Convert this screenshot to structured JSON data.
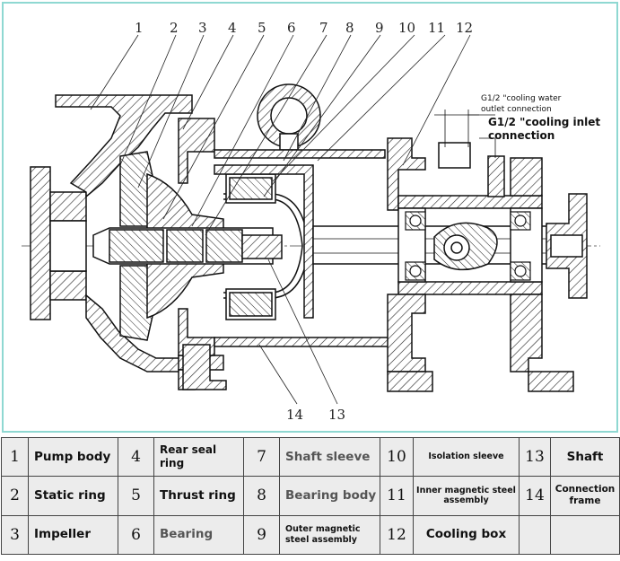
{
  "diagram": {
    "callouts": [
      "1",
      "2",
      "3",
      "4",
      "5",
      "6",
      "7",
      "8",
      "9",
      "10",
      "11",
      "12",
      "13",
      "14"
    ],
    "notes": {
      "outlet_line1": "G1/2 \"cooling water",
      "outlet_line2": "outlet connection",
      "inlet_line1": "G1/2 \"cooling inlet",
      "inlet_line2": "connection"
    }
  },
  "legend": {
    "rows": [
      [
        {
          "num": "1",
          "label": "Pump body"
        },
        {
          "num": "4",
          "label": "Rear seal ring"
        },
        {
          "num": "7",
          "label": "Shaft sleeve"
        },
        {
          "num": "10",
          "label": "Isolation sleeve"
        },
        {
          "num": "13",
          "label": "Shaft"
        }
      ],
      [
        {
          "num": "2",
          "label": "Static ring"
        },
        {
          "num": "5",
          "label": "Thrust ring"
        },
        {
          "num": "8",
          "label": "Bearing body"
        },
        {
          "num": "11",
          "label": "Inner magnetic steel assembly"
        },
        {
          "num": "14",
          "label": "Connection frame"
        }
      ],
      [
        {
          "num": "3",
          "label": "Impeller"
        },
        {
          "num": "6",
          "label": "Bearing"
        },
        {
          "num": "9",
          "label": "Outer magnetic steel assembly"
        },
        {
          "num": "12",
          "label": "Cooling box"
        },
        {
          "num": "",
          "label": ""
        }
      ]
    ]
  }
}
